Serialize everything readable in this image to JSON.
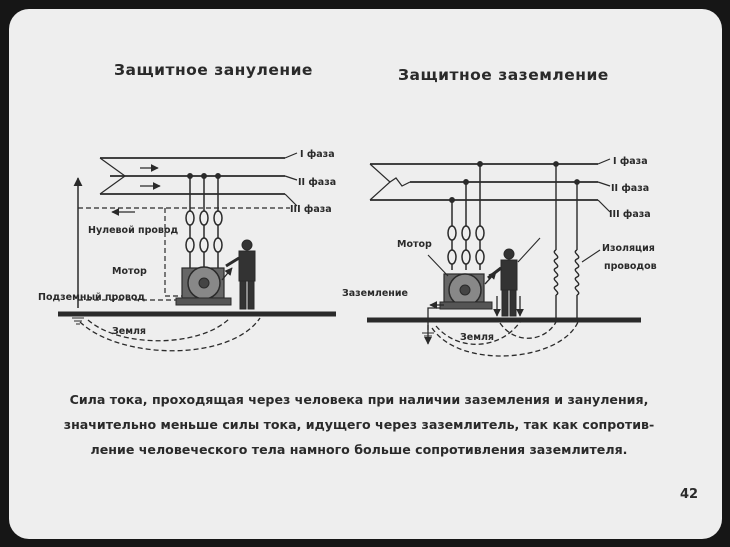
{
  "left_panel": {
    "title": "Защитное зануление",
    "labels": {
      "phase1": "I фаза",
      "phase2": "II фаза",
      "phase3": "III фаза",
      "neutral_wire": "Нулевой провод",
      "motor": "Мотор",
      "underground_wire": "Подземный провод",
      "ground": "Земля"
    }
  },
  "right_panel": {
    "title": "Защитное заземление",
    "labels": {
      "phase1": "I фаза",
      "phase2": "II фаза",
      "phase3": "III фаза",
      "motor": "Мотор",
      "insulation_line1": "Изоляция",
      "insulation_line2": "проводов",
      "grounding": "Заземление",
      "ground": "Земля"
    }
  },
  "caption": {
    "line1": "Сила тока, проходящая через человека при наличии заземления и зануления,",
    "line2": "значительно меньше силы тока, идущего через заземлитель, так как сопротив-",
    "line3": "ление человеческого тела намного больше сопротивления заземлителя."
  },
  "page_number": "42",
  "colors": {
    "background": "#161616",
    "slide": "#eeeeee",
    "ink": "#2a2a2a"
  }
}
